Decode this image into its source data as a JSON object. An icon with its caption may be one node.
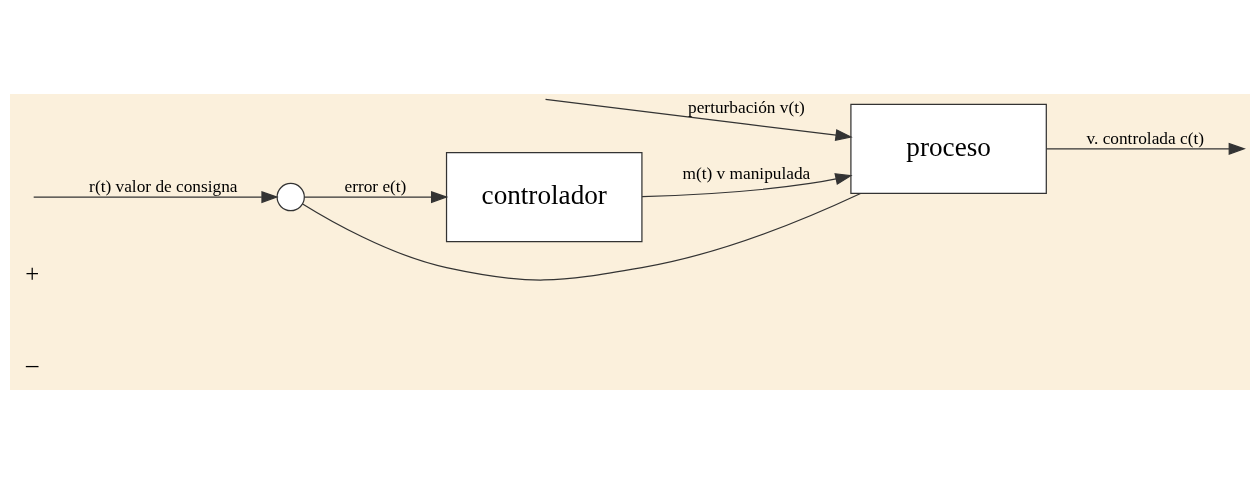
{
  "diagram": {
    "nodes": [
      {
        "text": [],
        "shape": "circle"
      },
      {
        "text": [
          "controlador"
        ]
      },
      {
        "text": [
          "proceso"
        ]
      }
    ],
    "edges": [
      {
        "from": null,
        "to": 0,
        "arrow": "to",
        "label": "r(t) valor de consigna"
      },
      {
        "from": 0,
        "to": 1,
        "arrow": "to",
        "label": "error e(t)"
      },
      {
        "from": 1,
        "to": 2,
        "arrow": "to",
        "label": "m(t) v manipulada"
      },
      {
        "from": null,
        "to": 2,
        "arrow": "to",
        "label": "perturbación v(t)"
      },
      {
        "from": 2,
        "to": null,
        "arrow": "to",
        "label": "v. controlada c(t)"
      },
      {
        "from": 2,
        "to": 0,
        "arrow": "none"
      }
    ],
    "labels": [
      "+",
      "–"
    ]
  }
}
